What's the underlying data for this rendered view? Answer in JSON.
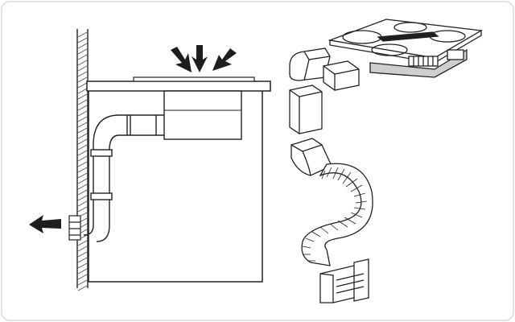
{
  "colors": {
    "background": "#ffffff",
    "frame": "#dcdcdc",
    "line": "#222222",
    "wall_hatch": "#555555",
    "gray_fill": "#cfcfcf",
    "dark_fill": "#1e1e1e"
  },
  "diagram": {
    "left_view": {
      "wall": "hatched-wall",
      "cabinet": "cabinet-box",
      "worktop": "worktop",
      "hob": "hob-surface",
      "fan_unit": "downdraft-fan-unit",
      "duct": "l-shaped-duct-run",
      "airflow_in": [
        "down-arrow-icon",
        "down-arrow-icon",
        "down-arrow-icon"
      ],
      "airflow_out": "left-arrow-icon"
    },
    "right_view": {
      "hob": "induction-hob-with-downdraft",
      "duct_parts": [
        "elbow-piece",
        "straight-section",
        "tall-straight-section",
        "bend-piece",
        "flexible-duct",
        "wall-outlet-grille"
      ]
    }
  }
}
